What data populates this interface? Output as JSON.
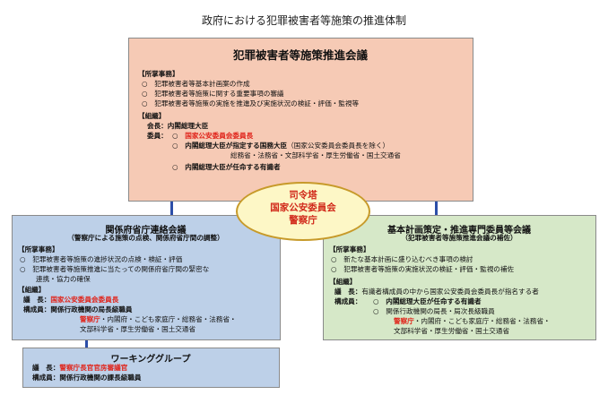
{
  "title": "政府における犯罪被害者等施策の推進体制",
  "council": {
    "title": "犯罪被害者等施策推進会議",
    "duties_label": "【所掌事務】",
    "duties": [
      "犯罪被害者等基本計画案の作成",
      "犯罪被害者等施策に関する重要事項の審議",
      "犯罪被害者等施策の実施を推進及び実施状況の検証・評価・監視等"
    ],
    "org_label": "【組織】",
    "chair_label": "会長：",
    "chair_value": "内閣総理大臣",
    "members_label": "委員：",
    "member1": "国家公安委員会委員長",
    "member2_main": "内閣総理大臣が指定する国務大臣",
    "member2_note": "（国家公安委員会委員長を除く）",
    "member2_list": "総務省・法務省・文部科学省・厚生労働省・国土交通省",
    "member3": "内閣総理大臣が任命する有識者",
    "circle": "○"
  },
  "command": {
    "line1": "司令塔",
    "line2": "国家公安委員会",
    "line3": "警察庁"
  },
  "liaison": {
    "title": "関係府省庁連絡会議",
    "subtitle": "（警察庁による施策の点検、関係府省庁間の調整）",
    "duties_label": "【所掌事務】",
    "duty1": "犯罪被害者等施策の進捗状況の点検・検証・評価",
    "duty2a": "犯罪被害者等施策推進に当たっての関係府省庁間の緊密な",
    "duty2b": "連携・協力の確保",
    "org_label": "【組織】",
    "chair_label": "議　長：",
    "chair_value": "国家公安委員会委員長",
    "members_label": "構成員：",
    "members_value": "関係行政機関の局長級職員",
    "members_red": "警察庁",
    "members_rest1": "・内閣府・こども家庭庁・総務省・法務省・",
    "members_rest2": "文部科学省・厚生労働省・国土交通省"
  },
  "expert": {
    "title": "基本計画策定・推進専門委員等会議",
    "subtitle": "（犯罪被害者等施策推進会議の補佐）",
    "duties_label": "【所掌事務】",
    "duty1": "新たな基本計画に盛り込むべき事項の検討",
    "duty2": "犯罪被害者等施策の実施状況の検証・評価・監視の補佐",
    "org_label": "【組織】",
    "chair_label": "議　長：",
    "chair_value": "有識者構成員の中から国家公安委員会委員長が指名する者",
    "members_label": "構成員：",
    "member1": "内閣総理大臣が任命する有識者",
    "member2": "関係行政機関の局長・局次長級職員",
    "members_red": "警察庁",
    "members_rest1": "・内閣府・こども家庭庁・総務省・法務省・",
    "members_rest2": "文部科学省・厚生労働省・国土交通省"
  },
  "wg": {
    "title": "ワーキンググループ",
    "chair_label": "議　長：",
    "chair_value": "警察庁長官官房審議官",
    "members_label": "構成員：",
    "members_value": "関係行政機関の課長級職員"
  },
  "colors": {
    "council_bg": "#f6cab5",
    "liaison_bg": "#bdd0e8",
    "expert_bg": "#d6e8c8",
    "oval_bg": "#fdf7c6",
    "accent_red": "#e0241b",
    "connector": "#2c4ea8"
  }
}
